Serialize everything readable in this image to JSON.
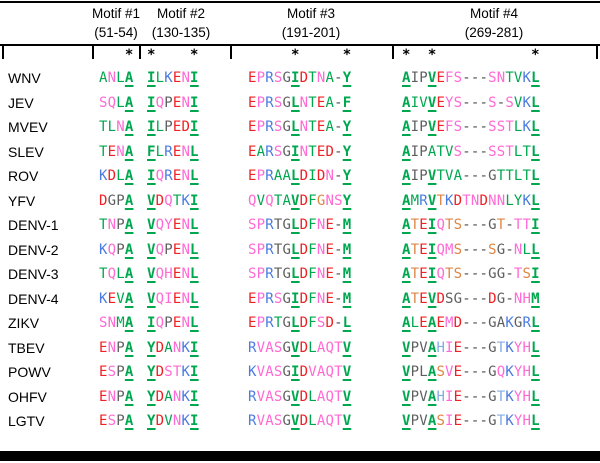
{
  "header": {
    "motifs": [
      {
        "title": "Motif #1",
        "range": "(51-54)"
      },
      {
        "title": "Motif #2",
        "range": "(130-135)"
      },
      {
        "title": "Motif #3",
        "range": "(191-201)"
      },
      {
        "title": "Motif #4",
        "range": "(269-281)"
      }
    ]
  },
  "asterisks": {
    "m1": "   *",
    "m2": "*    *",
    "m3": "     *     *",
    "m4": "*  *           *"
  },
  "colors": {
    "g": "#00a74f",
    "p": "#ff6ad5",
    "r": "#ef2125",
    "b": "#4a7be0",
    "l": "#84abe8",
    "o": "#dd8644",
    "y": "#5f5f5f",
    "d": "#4f4f4f"
  },
  "rows": [
    {
      "name": "WNV",
      "m1": {
        "s": "ANLA",
        "c": "gpgg",
        "u": [
          4
        ]
      },
      "m2": {
        "s": "ILKENI",
        "c": "ggbrpg",
        "u": [
          1,
          6
        ]
      },
      "m3": {
        "s": "EPRSGIDTNA-Y",
        "c": "rpbpygrgpgdg",
        "u": [
          6,
          12
        ]
      },
      "m4": {
        "s": "AIPVEFS---SNTVKL",
        "c": "gyygrppdddppggbg",
        "u": [
          1,
          4,
          16
        ]
      }
    },
    {
      "name": "JEV",
      "m1": {
        "s": "SQLA",
        "c": "ppgg",
        "u": [
          4
        ]
      },
      "m2": {
        "s": "IQPENI",
        "c": "gpyrpg",
        "u": [
          1,
          6
        ]
      },
      "m3": {
        "s": "EPRSGLNTEA-F",
        "c": "rpbpygpgrgdg",
        "u": [
          6,
          12
        ]
      },
      "m4": {
        "s": "AIVVEYS---S-SVKL",
        "c": "ggggrppdddpdpgbg",
        "u": [
          1,
          4,
          16
        ]
      }
    },
    {
      "name": "MVEV",
      "m1": {
        "s": "TLNA",
        "c": "ggpg",
        "u": [
          4
        ]
      },
      "m2": {
        "s": "ILPEDI",
        "c": "ggyrrg",
        "u": [
          1,
          6
        ]
      },
      "m3": {
        "s": "EPRSGLNTEA-Y",
        "c": "rpbpygpgrgdg",
        "u": [
          6,
          12
        ]
      },
      "m4": {
        "s": "AIPVEFS---SSTLKL",
        "c": "gyygrppdddpppgbg",
        "u": [
          1,
          4,
          16
        ]
      }
    },
    {
      "name": "SLEV",
      "m1": {
        "s": "TENA",
        "c": "grpg",
        "u": [
          4
        ]
      },
      "m2": {
        "s": "FLRENL",
        "c": "ggbrpg",
        "u": [
          1,
          6
        ]
      },
      "m3": {
        "s": "EARSGINTED-Y",
        "c": "rgbpygpgrrdg",
        "u": [
          6,
          12
        ]
      },
      "m4": {
        "s": "AIPATVS---SSTLTL",
        "c": "gyygggpdddpppggg",
        "u": [
          1,
          16
        ]
      }
    },
    {
      "name": "ROV",
      "m1": {
        "s": "KDLA",
        "c": "brgg",
        "u": [
          4
        ]
      },
      "m2": {
        "s": "IQRENL",
        "c": "gpbrpg",
        "u": [
          1,
          6
        ]
      },
      "m3": {
        "s": "EPRAALDIDN-Y",
        "c": "rpbgggrgrpdg",
        "u": [
          6,
          12
        ]
      },
      "m4": {
        "s": "AIPVTVA---GTTLTL",
        "c": "gyyggggdddyggggg",
        "u": [
          1,
          4,
          16
        ]
      }
    },
    {
      "name": "YFV",
      "m1": {
        "s": "DGPA",
        "c": "ryyg",
        "u": [
          4
        ]
      },
      "m2": {
        "s": "VDQTKI",
        "c": "grpgbg",
        "u": [
          1,
          6
        ]
      },
      "m3": {
        "s": "QVQTAVDFGNSY",
        "c": "pgpgggrgoppg",
        "u": [
          6,
          12
        ]
      },
      "m4": {
        "s": "AMRVTKDTNDNNLYKL",
        "c": "ggbgobrpprppggbg",
        "u": [
          1,
          4,
          16
        ]
      }
    },
    {
      "name": "DENV-1",
      "m1": {
        "s": "TNPA",
        "c": "gpyg",
        "u": [
          4
        ]
      },
      "m2": {
        "s": "VQYENL",
        "c": "gpprpg",
        "u": [
          1,
          6
        ]
      },
      "m3": {
        "s": "SPRTGLDFNE-M",
        "c": "ppbyygrgprdg",
        "u": [
          6,
          12
        ]
      },
      "m4": {
        "s": "ATEIQTS---GT-TTI",
        "c": "gorgpoodddyodppg",
        "u": [
          1,
          4,
          16
        ]
      }
    },
    {
      "name": "DENV-2",
      "m1": {
        "s": "KQPA",
        "c": "bpyg",
        "u": [
          4
        ]
      },
      "m2": {
        "s": "VQPENL",
        "c": "gpyrpg",
        "u": [
          1,
          6
        ]
      },
      "m3": {
        "s": "SPRTGLDFNE-M",
        "c": "ppbyygrgprdg",
        "u": [
          6,
          12
        ]
      },
      "m4": {
        "s": "ATEIQMS---SG-NLL",
        "c": "gorgppodddoydpgg",
        "u": [
          1,
          4,
          16
        ]
      }
    },
    {
      "name": "DENV-3",
      "m1": {
        "s": "TQLA",
        "c": "gpgg",
        "u": [
          4
        ]
      },
      "m2": {
        "s": "VQHENL",
        "c": "gpprpg",
        "u": [
          1,
          6
        ]
      },
      "m3": {
        "s": "SPRTGLDFNE-M",
        "c": "ppbyygrgprdg",
        "u": [
          6,
          12
        ]
      },
      "m4": {
        "s": "ATEIQTS---GG-TSI",
        "c": "gorgpoodddyydpog",
        "u": [
          1,
          4,
          16
        ]
      }
    },
    {
      "name": "DENV-4",
      "m1": {
        "s": "KEVA",
        "c": "brgg",
        "u": [
          4
        ]
      },
      "m2": {
        "s": "VQIENL",
        "c": "gpprpg",
        "u": [
          1,
          6
        ]
      },
      "m3": {
        "s": "EPRSGIDFNE-M",
        "c": "rpbpygrgprdg",
        "u": [
          6,
          12
        ]
      },
      "m4": {
        "s": "ATEVDSG---DG-NHM",
        "c": "gorgryydddrydppg",
        "u": [
          1,
          4,
          16
        ]
      }
    },
    {
      "name": "ZIKV",
      "m1": {
        "s": "SNMA",
        "c": "ppgg",
        "u": [
          4
        ]
      },
      "m2": {
        "s": "IQPENL",
        "c": "gpyrpg",
        "u": [
          1,
          6
        ]
      },
      "m3": {
        "s": "EPRTGLDFSD-L",
        "c": "rpbgygrgprdg",
        "u": [
          6,
          12
        ]
      },
      "m4": {
        "s": "ALEAEMD---GAKGRL",
        "c": "ggrgrprdddyybybg",
        "u": [
          1,
          4,
          16
        ]
      }
    },
    {
      "name": "TBEV",
      "m1": {
        "s": "ENPA",
        "c": "rpyg",
        "u": [
          4
        ]
      },
      "m2": {
        "s": "YDANKI",
        "c": "grgpbg",
        "u": [
          1,
          6
        ]
      },
      "m3": {
        "s": "RVASGVDLAQTV",
        "c": "bpppygrgpppg",
        "u": [
          6,
          12
        ]
      },
      "m4": {
        "s": "VPVAHIE---GTKYHL",
        "c": "gyyglprdddylbppg",
        "u": [
          1,
          4,
          16
        ]
      }
    },
    {
      "name": "POWV",
      "m1": {
        "s": "ESPA",
        "c": "rpyg",
        "u": [
          4
        ]
      },
      "m2": {
        "s": "YDSTKI",
        "c": "grppbg",
        "u": [
          1,
          6
        ]
      },
      "m3": {
        "s": "KVASGIDVAQTV",
        "c": "bpppygrppppg",
        "u": [
          6,
          12
        ]
      },
      "m4": {
        "s": "VPLASVE---GQKYHL",
        "c": "gyygoprdddypbppg",
        "u": [
          1,
          4,
          16
        ]
      }
    },
    {
      "name": "OHFV",
      "m1": {
        "s": "ENPA",
        "c": "rpyg",
        "u": [
          4
        ]
      },
      "m2": {
        "s": "YDANKI",
        "c": "grgpbg",
        "u": [
          1,
          6
        ]
      },
      "m3": {
        "s": "RVASGVDLAQTV",
        "c": "bpppygrgpppg",
        "u": [
          6,
          12
        ]
      },
      "m4": {
        "s": "VPVAHIE---GTKYHL",
        "c": "gyyglprdddylbppg",
        "u": [
          1,
          4,
          16
        ]
      }
    },
    {
      "name": "LGTV",
      "m1": {
        "s": "ESPA",
        "c": "rpyg",
        "u": [
          4
        ]
      },
      "m2": {
        "s": "YDVNKI",
        "c": "grgpbg",
        "u": [
          1,
          6
        ]
      },
      "m3": {
        "s": "RVASGVDLAQTV",
        "c": "bpppygrgpppg",
        "u": [
          6,
          12
        ]
      },
      "m4": {
        "s": "VPVASIE---GTKYHL",
        "c": "gyygoprdddylbppg",
        "u": [
          1,
          4,
          16
        ]
      }
    }
  ]
}
